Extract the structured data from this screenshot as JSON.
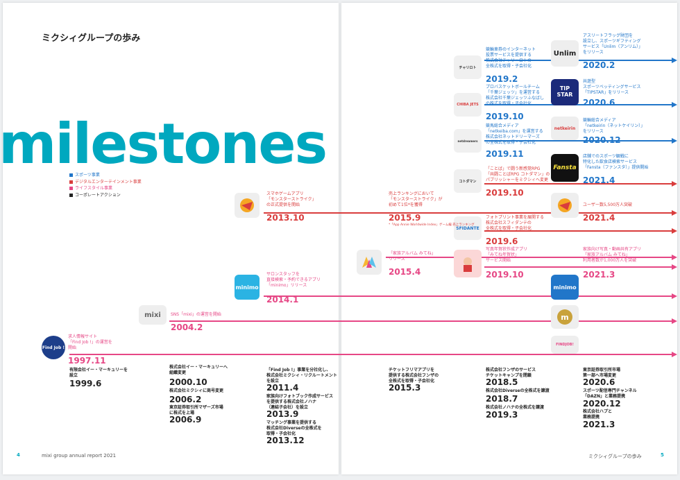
{
  "title": "ミクシィグループの歩み",
  "big_title": "milestones",
  "legend": [
    {
      "label": "スポーツ事業",
      "color": "#2176c9"
    },
    {
      "label": "デジタルエンターテインメント事業",
      "color": "#d93c3c"
    },
    {
      "label": "ライフスタイル事業",
      "color": "#e64785"
    },
    {
      "label": "コーポレートアクション",
      "color": "#222222"
    }
  ],
  "footer": {
    "left_page": "4",
    "left_text": "mixi group annual report 2021",
    "right_text": "ミクシィグループの歩み",
    "right_page": "5"
  },
  "colors": {
    "sports": "#2176c9",
    "digital": "#d93c3c",
    "lifestyle": "#e64785",
    "corporate": "#222222",
    "accent": "#00a8bf"
  },
  "logos": {
    "findjob": "Find Job !",
    "mixi": "mixi",
    "minimo": "minimo",
    "chari": "チャリロト",
    "chiba": "CHIBA JETS",
    "netdreamers": "netdreamers",
    "kotodaman": "コトダマン",
    "sfidante": "SFIDANTE",
    "unlim": "Unlim",
    "tipstar": "TIP STAR",
    "netkeirin": "netkeirin",
    "fansta": "Fansta",
    "findjob_small": "FINDJOB!"
  },
  "chart_data": {
    "type": "timeline",
    "title": "ミクシィグループの歩み",
    "events": [
      {
        "date": "1997.11",
        "category": "lifestyle",
        "text": [
          "求人情報サイト",
          "「Find Job !」の運営を",
          "開始"
        ]
      },
      {
        "date": "2004.2",
        "category": "lifestyle",
        "text": [
          "SNS「mixi」の運営を開始"
        ]
      },
      {
        "date": "2014.1",
        "category": "lifestyle",
        "text": [
          "サロンスタッフを",
          "直接検索・予約できるアプリ",
          "「minimo」リリース"
        ]
      },
      {
        "date": "2013.10",
        "category": "digital",
        "text": [
          "スマホゲームアプリ",
          "「モンスターストライク」",
          "の正式提供を開始"
        ]
      },
      {
        "date": "2015.9",
        "category": "digital",
        "text": [
          "売上ランキングにおいて",
          "「モンスターストライク」が",
          "初めて1位*を獲得"
        ],
        "note": "*「App Annie Worldwide Index」ゲーム編 売上ランキング"
      },
      {
        "date": "2015.4",
        "category": "lifestyle",
        "text": [
          "「家族アルバム みてね」",
          "リリース"
        ]
      },
      {
        "date": "2019.2",
        "category": "sports",
        "text": [
          "競輪車券のインターネット",
          "投票サービスを提供する",
          "株式会社チャリ・ロトの",
          "全株式を取得・子会社化"
        ]
      },
      {
        "date": "2019.10",
        "category": "sports",
        "text": [
          "プロバスケットボールチーム",
          "「千葉ジェッツ」を運営する",
          "株式会社千葉ジェッツふなばし",
          "の株式を取得・子会社化"
        ]
      },
      {
        "date": "2019.11",
        "category": "sports",
        "text": [
          "競馬総合メディア",
          "「netkeiba.com」を運営する",
          "株式会社ネットドリーマーズ",
          "の全株式を取得・子会社化"
        ]
      },
      {
        "date": "2019.10",
        "category": "digital",
        "text": [
          "「ことば」で闘う新感覚RPG",
          "「共闘ことばRPG コトダマン」の",
          "パブリッシャーをミクシィへ変更"
        ]
      },
      {
        "date": "2019.6",
        "category": "digital",
        "text": [
          "フォトプリント事業を展開する",
          "株式会社スフィダンテの",
          "全株式を取得・子会社化"
        ]
      },
      {
        "date": "2019.10",
        "category": "lifestyle",
        "text": [
          "写真年賀状作成アプリ",
          "「みてね年賀状」",
          "サービス開始"
        ]
      },
      {
        "date": "2020.2",
        "category": "sports",
        "text": [
          "アスリートフラッグ財団を",
          "設立し、スポーツギフティング",
          "サービス「Unlim（アンリム）」",
          "をリリース"
        ]
      },
      {
        "date": "2020.6",
        "category": "sports",
        "text": [
          "共遊型",
          "スポーツベッティングサービス",
          "「TIPSTAR」をリリース"
        ]
      },
      {
        "date": "2020.12",
        "category": "sports",
        "text": [
          "競輪総合メディア",
          "「netkeirin（ネットケイリン）」",
          "をリリース"
        ]
      },
      {
        "date": "2021.4",
        "category": "sports",
        "text": [
          "店舗でのスポーツ観戦に",
          "特化した飲食店検索サービス",
          "「Fansta（ファンスタ）」提供開始"
        ]
      },
      {
        "date": "2021.4",
        "category": "digital",
        "text": [
          "ユーザー数5,500万人突破"
        ]
      },
      {
        "date": "2021.3",
        "category": "lifestyle",
        "text": [
          "家族向け写真・動画共有アプリ",
          "「家族アルバム みてね」",
          "利用者数が1,000万人を突破"
        ]
      },
      {
        "date": "1999.6",
        "category": "corporate",
        "text": [
          "有限会社イー・マーキュリーを",
          "設立"
        ]
      },
      {
        "date": "2000.10",
        "category": "corporate",
        "text": [
          "株式会社イー・マーキュリーへ",
          "組織変更"
        ]
      },
      {
        "date": "2006.2",
        "category": "corporate",
        "text": [
          "株式会社ミクシィに商号変更"
        ]
      },
      {
        "date": "2006.9",
        "category": "corporate",
        "text": [
          "東京証券取引所マザーズ市場",
          "に株式を上場"
        ]
      },
      {
        "date": "2011.4",
        "category": "corporate",
        "text": [
          "「Find Job !」事業を分社化し、",
          "株式会社ミクシィ・リクルートメント",
          "を設立"
        ]
      },
      {
        "date": "2013.9",
        "category": "corporate",
        "text": [
          "家族向けフォトブック作成サービス",
          "を提供する株式会社ノハナ",
          "（連結子会社）を設立"
        ]
      },
      {
        "date": "2013.12",
        "category": "corporate",
        "text": [
          "マッチング事業を提供する",
          "株式会社Diverseの全株式を",
          "取得・子会社化"
        ]
      },
      {
        "date": "2015.3",
        "category": "corporate",
        "text": [
          "チケットフリマアプリを",
          "提供する株式会社フンザの",
          "全株式を取得・子会社化"
        ]
      },
      {
        "date": "2018.5",
        "category": "corporate",
        "text": [
          "株式会社フンザのサービス",
          "チケットキャンプを閉鎖"
        ]
      },
      {
        "date": "2018.7",
        "category": "corporate",
        "text": [
          "株式会社Diverseの全株式を譲渡"
        ]
      },
      {
        "date": "2019.3",
        "category": "corporate",
        "text": [
          "株式会社ノハナの全株式を譲渡"
        ]
      },
      {
        "date": "2020.6",
        "category": "corporate",
        "text": [
          "東京証券取引所市場",
          "第一部へ市場変更"
        ]
      },
      {
        "date": "2020.12",
        "category": "corporate",
        "text": [
          "スポーツ配信専門チャンネル",
          "「DAZN」と業務提携"
        ]
      },
      {
        "date": "2021.3",
        "category": "corporate",
        "text": [
          "株式会社ハプと",
          "業務提携"
        ]
      }
    ]
  }
}
